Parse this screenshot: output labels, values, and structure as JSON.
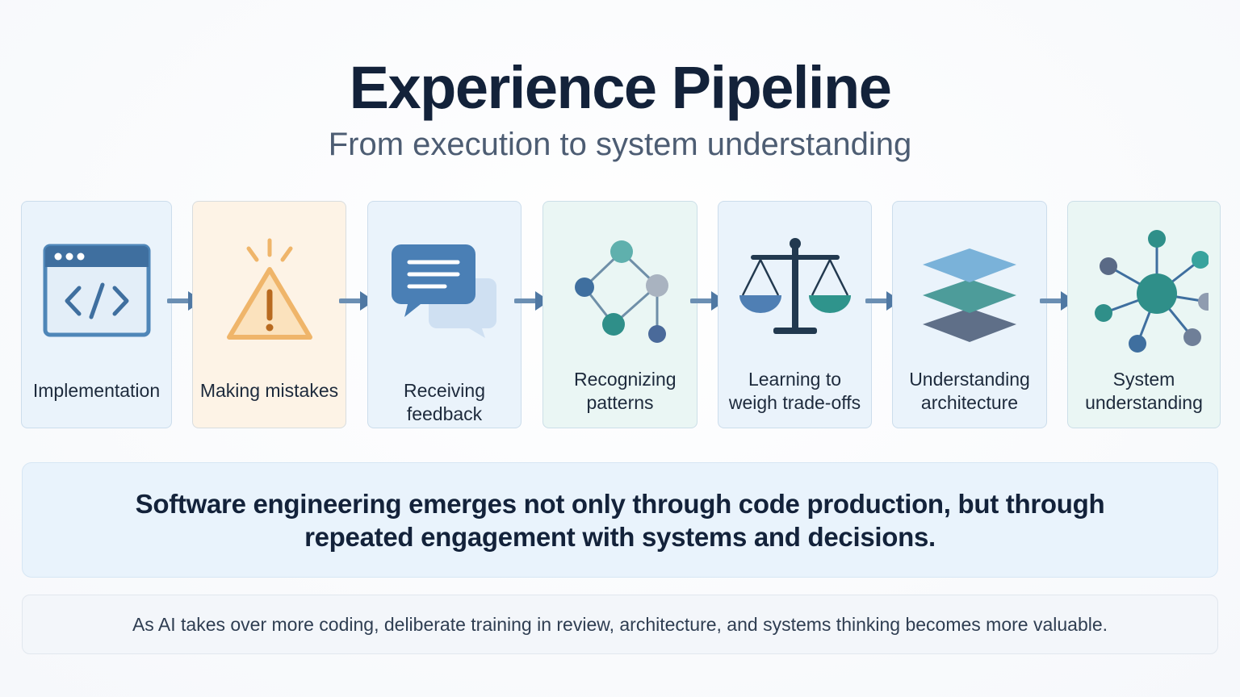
{
  "header": {
    "title": "Experience Pipeline",
    "subtitle": "From execution to system understanding"
  },
  "stages": [
    {
      "label": "Implementation",
      "icon": "code-window-icon"
    },
    {
      "label": "Making mistakes",
      "icon": "warning-icon"
    },
    {
      "label": "Receiving feedback",
      "icon": "chat-bubbles-icon"
    },
    {
      "label": "Recognizing patterns",
      "icon": "connected-nodes-icon"
    },
    {
      "label": "Learning to weigh trade-offs",
      "icon": "balance-scale-icon"
    },
    {
      "label": "Understanding architecture",
      "icon": "stacked-layers-icon"
    },
    {
      "label": "System understanding",
      "icon": "hub-network-icon"
    }
  ],
  "banner": {
    "text": "Software engineering emerges not only through code production, but through repeated engagement with systems and decisions."
  },
  "footer": {
    "text": "As AI takes over more coding, deliberate training in review, architecture, and systems thinking becomes more valuable."
  },
  "colors": {
    "title": "#13223a",
    "subtitle": "#4d5d73",
    "stage_blue_bg": "#eaf3fb",
    "stage_orange_bg": "#fdf3e6",
    "stage_green_bg": "#eaf6f4",
    "icon_blue": "#4f86b8",
    "icon_orange": "#efb56a",
    "icon_teal": "#3f9691",
    "arrow": "#6b8fb3"
  }
}
